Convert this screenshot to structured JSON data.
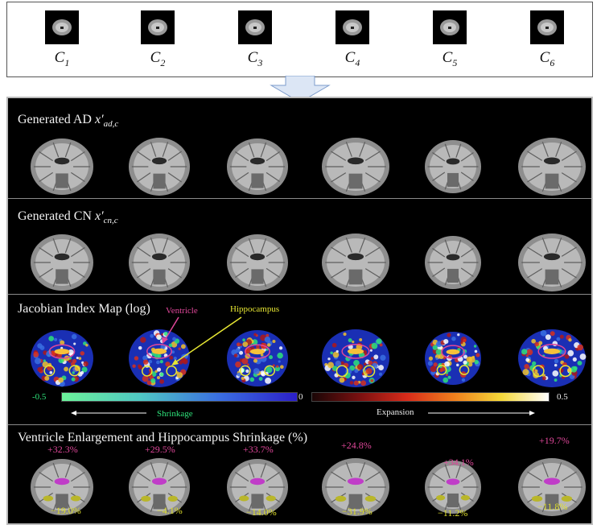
{
  "conditions": [
    {
      "base": "C",
      "sub": "1"
    },
    {
      "base": "C",
      "sub": "2"
    },
    {
      "base": "C",
      "sub": "3"
    },
    {
      "base": "C",
      "sub": "4"
    },
    {
      "base": "C",
      "sub": "5"
    },
    {
      "base": "C",
      "sub": "6"
    }
  ],
  "rows": {
    "ad": {
      "title": "Generated AD ",
      "var": "x′",
      "sub": "ad,c"
    },
    "cn": {
      "title": "Generated CN ",
      "var": "x′",
      "sub": "cn,c"
    },
    "jac": {
      "title": "Jacobian Index Map (log)"
    },
    "ratio": {
      "title": "Ventricle Enlargement and Hippocampus Shrinkage (%)"
    }
  },
  "annotations": {
    "ventricle": "Ventricle",
    "hippocampus": "Hippocampus"
  },
  "colorbar": {
    "shrink_min": "-0.5",
    "shrink_max": "0",
    "expand_min": "0",
    "expand_max": "0.5",
    "shrinkage_label": "Shrinkage",
    "expansion_label": "Expansion"
  },
  "percentages": [
    {
      "ventricle": "+32.3%",
      "hippocampus": "−19.0%"
    },
    {
      "ventricle": "+29.5%",
      "hippocampus": "−4.1%"
    },
    {
      "ventricle": "+33.7%",
      "hippocampus": "−14.0%"
    },
    {
      "ventricle": "+24.8%",
      "hippocampus": "−31.9%"
    },
    {
      "ventricle": "+34.1%",
      "hippocampus": "−11.2%"
    },
    {
      "ventricle": "+19.7%",
      "hippocampus": "−11.8%"
    }
  ],
  "colors": {
    "ventricle": "#e0479a",
    "hippocampus": "#dddd2a",
    "shrinkage": "#2ee27a",
    "ventricle_mask": "#c03cc8",
    "hippocampus_mask": "#b9b62a"
  }
}
